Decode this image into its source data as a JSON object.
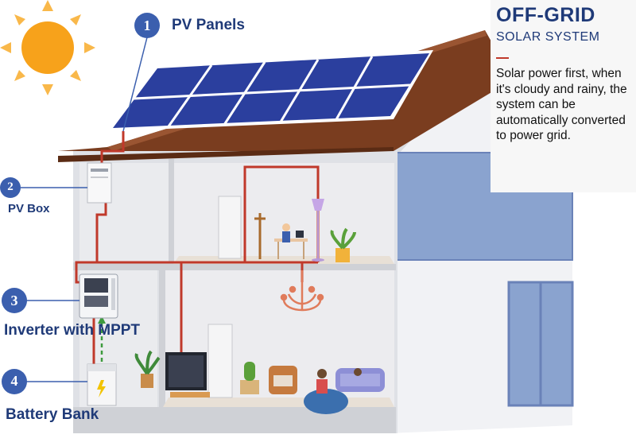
{
  "labels": {
    "pv_panels": {
      "num": "1",
      "text": "PV Panels"
    },
    "pv_box": {
      "num": "2",
      "text": "PV Box"
    },
    "inverter": {
      "num": "3",
      "text": "Inverter with MPPT"
    },
    "battery": {
      "num": "4",
      "text": "Battery Bank"
    }
  },
  "info": {
    "title": "OFF-GRID",
    "subtitle": "SOLAR SYSTEM",
    "body": "Solar power first, when it's cloudy and rainy, the system can be automatically converted to power grid."
  },
  "colors": {
    "badge": "#3b5fae",
    "label": "#1f3a78",
    "wire": "#c0392b",
    "roof": "#8a4a26",
    "panel": "#2b3f9e",
    "sun": "#f7a21b"
  },
  "icons": [
    "sun-icon",
    "solar-panel-icon",
    "pv-box-icon",
    "inverter-icon",
    "battery-icon",
    "tv-icon",
    "chandelier-icon",
    "floor-lamp-icon",
    "plant-icon",
    "sofa-icon",
    "door-icon",
    "window-icon"
  ]
}
